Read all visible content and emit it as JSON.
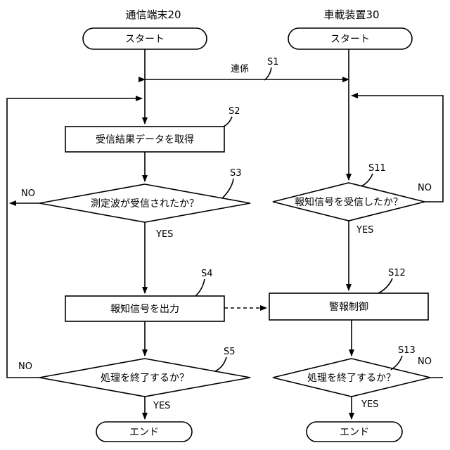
{
  "columns": {
    "left_header": "通信端末20",
    "right_header": "車載装置30"
  },
  "nodes": {
    "start_left": "スタート",
    "start_right": "スタート",
    "s2_process": "受信結果データを取得",
    "s3_decision": "測定波が受信されたか？",
    "s4_process": "報知信号を出力",
    "s5_decision": "処理を終了するか？",
    "end_left": "エンド",
    "s11_decision": "報知信号を受信したか？",
    "s12_process": "警報制御",
    "s13_decision": "処理を終了するか？",
    "end_right": "エンド"
  },
  "links": {
    "link_label": "連係"
  },
  "step_labels": {
    "s1": "S1",
    "s2": "S2",
    "s3": "S3",
    "s4": "S4",
    "s5": "S5",
    "s11": "S11",
    "s12": "S12",
    "s13": "S13"
  },
  "branch_labels": {
    "s3_no": "NO",
    "s3_yes": "YES",
    "s5_no": "NO",
    "s5_yes": "YES",
    "s11_no": "NO",
    "s11_yes": "YES",
    "s13_no": "NO",
    "s13_yes": "YES"
  }
}
